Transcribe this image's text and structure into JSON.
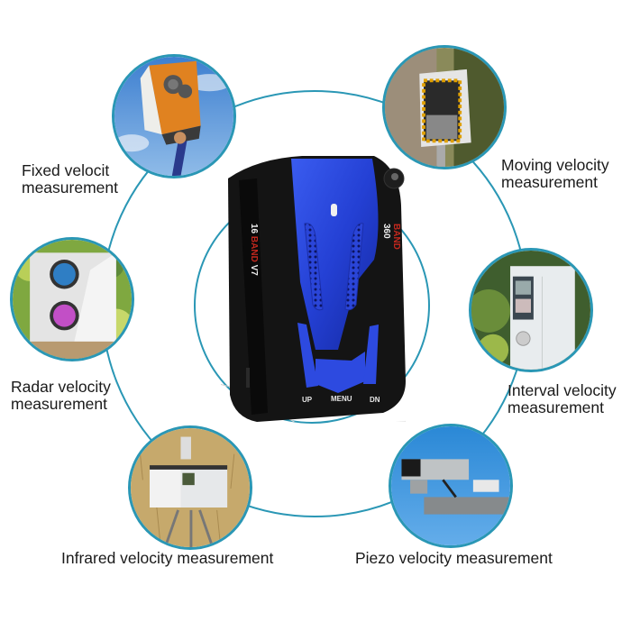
{
  "colors": {
    "ring": "#2a97b5",
    "device_body": "#141414",
    "device_accent": "#2b45d8",
    "label_text": "#1a1a1a"
  },
  "device": {
    "model_left": "16 BAND V7",
    "model_left_parts": {
      "prefix": "16",
      "band": "BAND",
      "suffix": "V7"
    },
    "model_right": "360 BAND",
    "model_right_parts": {
      "num": "360",
      "band": "BAND"
    },
    "buttons": {
      "up": "UP",
      "menu": "MENU",
      "dn": "DN"
    }
  },
  "methods": [
    {
      "id": "fixed",
      "line1": "Fixed velocit",
      "line2": "measurement",
      "icon": "fixed-speed-camera-image"
    },
    {
      "id": "moving",
      "line1": "Moving velocity",
      "line2": "measurement",
      "icon": "moving-speed-camera-image"
    },
    {
      "id": "radar",
      "line1": "Radar velocity",
      "line2": "measurement",
      "icon": "radar-speed-camera-image"
    },
    {
      "id": "interval",
      "line1": "Interval velocity",
      "line2": "measurement",
      "icon": "interval-speed-camera-image"
    },
    {
      "id": "infrared",
      "line1": "Infrared velocity measurement",
      "line2": "",
      "icon": "infrared-speed-camera-image"
    },
    {
      "id": "piezo",
      "line1": "Piezo velocity measurement",
      "line2": "",
      "icon": "piezo-speed-camera-image"
    }
  ]
}
